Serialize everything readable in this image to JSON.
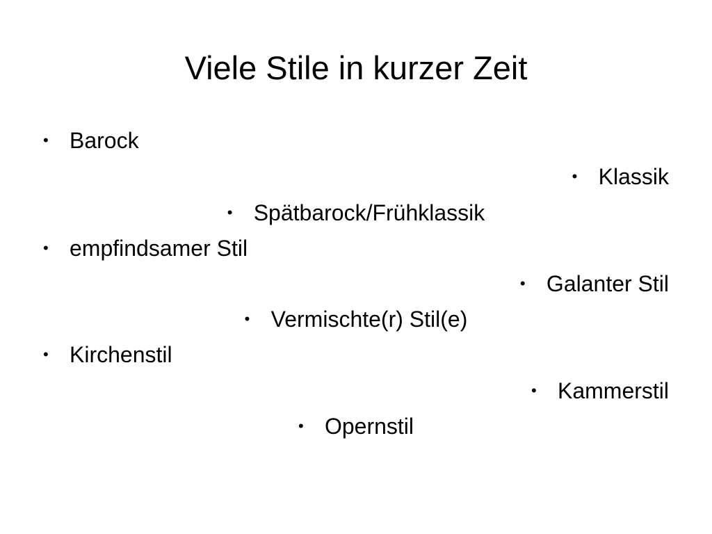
{
  "slide": {
    "title": "Viele Stile in kurzer Zeit",
    "bullet_glyph": "•",
    "items": [
      {
        "label": "Barock"
      },
      {
        "label": "Klassik"
      },
      {
        "label": "Spätbarock/Frühklassik"
      },
      {
        "label": "empfindsamer Stil"
      },
      {
        "label": "Galanter Stil"
      },
      {
        "label": "Vermischte(r) Stil(e)"
      },
      {
        "label": "Kirchenstil"
      },
      {
        "label": "Kammerstil"
      },
      {
        "label": "Opernstil"
      }
    ]
  }
}
